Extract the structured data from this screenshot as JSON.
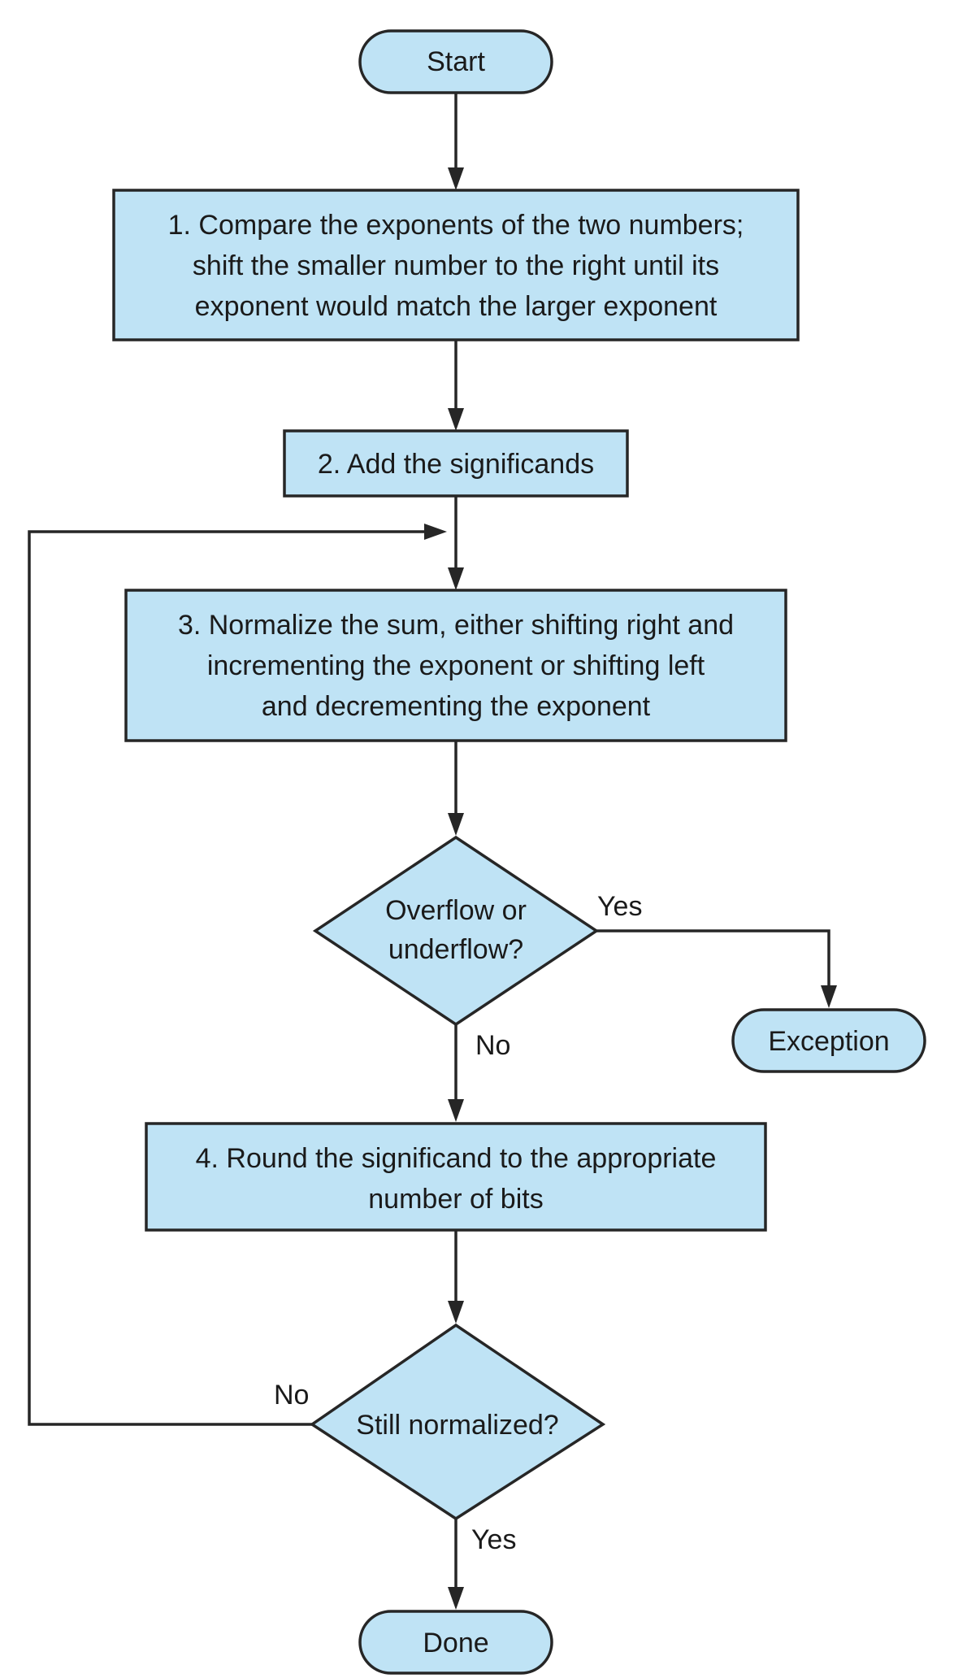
{
  "colors": {
    "node_fill": "#bfe3f5",
    "stroke": "#262626",
    "text": "#1a1a1a",
    "background": "#ffffff"
  },
  "nodes": {
    "start": {
      "label": "Start"
    },
    "step1": {
      "lines": [
        "1.  Compare the exponents of the two numbers;",
        "shift the smaller number to the right until its",
        "exponent would match the larger exponent"
      ]
    },
    "step2": {
      "label": "2. Add the significands"
    },
    "step3": {
      "lines": [
        "3. Normalize the sum, either shifting right and",
        "incrementing the exponent or shifting left",
        "and decrementing the exponent"
      ]
    },
    "decision1": {
      "lines": [
        "Overflow or",
        "underflow?"
      ]
    },
    "exception": {
      "label": "Exception"
    },
    "step4": {
      "lines": [
        "4. Round the significand to the appropriate",
        "number of bits"
      ]
    },
    "decision2": {
      "label": "Still normalized?"
    },
    "done": {
      "label": "Done"
    }
  },
  "edges": {
    "overflow_yes": "Yes",
    "overflow_no": "No",
    "normalized_no": "No",
    "normalized_yes": "Yes"
  }
}
